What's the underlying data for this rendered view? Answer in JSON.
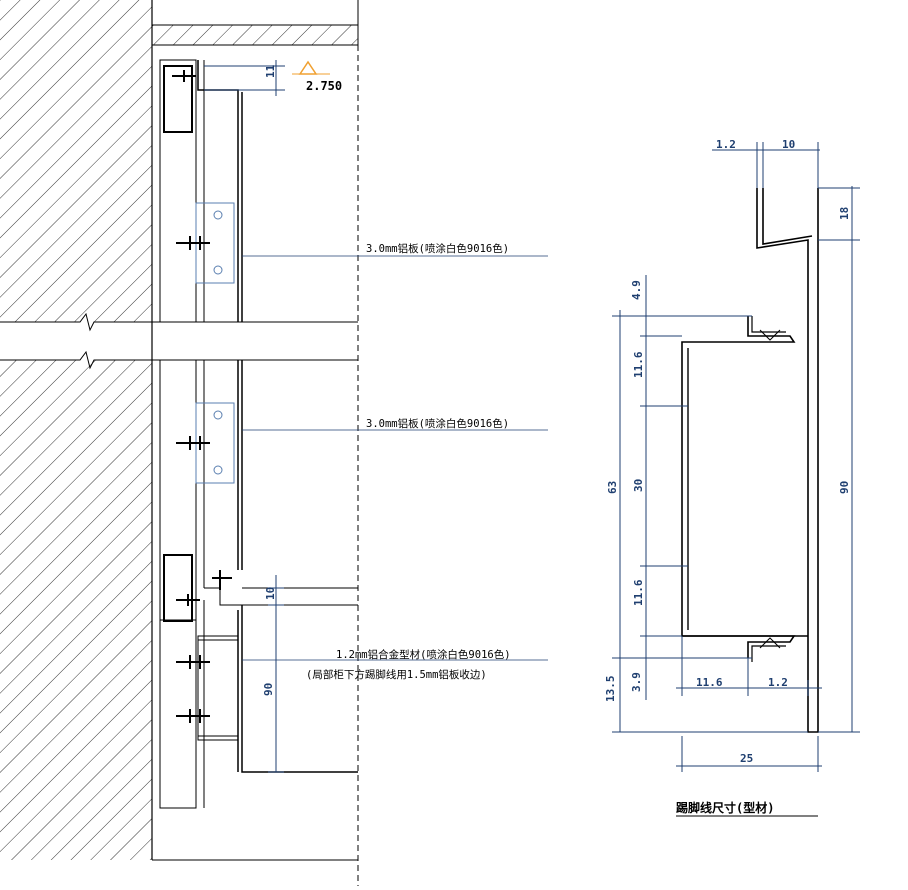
{
  "section": {
    "elevation_label": "2.750",
    "dim_top": "11",
    "note_panel_upper": "3.0mm铝板(喷涂白色9016色)",
    "note_panel_lower": "3.0mm铝板(喷涂白色9016色)",
    "note_skirting_1": "1.2mm铝合金型材(喷涂白色9016色)",
    "note_skirting_2": "(局部柜下方踢脚线用1.5mm铝板收边)",
    "dim_gap": "10",
    "dim_skirting_height": "90"
  },
  "profile": {
    "title": "踢脚线尺寸(型材)",
    "dim_1_2_top": "1.2",
    "dim_10_top": "10",
    "dim_18": "18",
    "dim_4_9": "4.9",
    "dim_11_6_upper": "11.6",
    "dim_30": "30",
    "dim_11_6_lower": "11.6",
    "dim_63": "63",
    "dim_90": "90",
    "dim_3_9": "3.9",
    "dim_13_5": "13.5",
    "dim_11_6_bottom": "11.6",
    "dim_1_2_bottom": "1.2",
    "dim_25": "25"
  },
  "colors": {
    "line": "#000000",
    "dimension": "#1f3f70",
    "elevation_marker": "#f0a030"
  }
}
